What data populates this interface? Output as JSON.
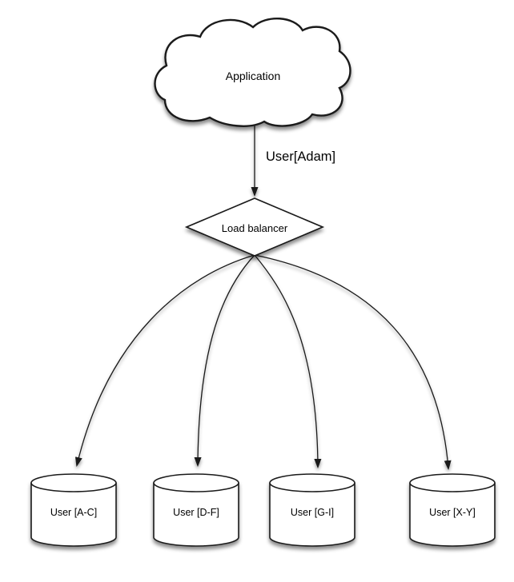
{
  "diagram": {
    "type": "sharding-architecture-diagram",
    "colors": {
      "background": "#ffffff",
      "stroke": "#1a1a1a",
      "shape_fill": "#ffffff",
      "text": "#000000"
    },
    "nodes": {
      "application": {
        "label": "Application",
        "shape": "cloud"
      },
      "load_balancer": {
        "label": "Load balancer",
        "shape": "diamond"
      },
      "shard_ac": {
        "label": "User [A-C]",
        "shape": "cylinder"
      },
      "shard_df": {
        "label": "User [D-F]",
        "shape": "cylinder"
      },
      "shard_gi": {
        "label": "User [G-I]",
        "shape": "cylinder"
      },
      "shard_xy": {
        "label": "User [X-Y]",
        "shape": "cylinder"
      }
    },
    "edges": {
      "app_to_lb": {
        "label": "User[Adam]",
        "from": "application",
        "to": "load_balancer"
      },
      "lb_to_ac": {
        "label": "",
        "from": "load_balancer",
        "to": "shard_ac"
      },
      "lb_to_df": {
        "label": "",
        "from": "load_balancer",
        "to": "shard_df"
      },
      "lb_to_gi": {
        "label": "",
        "from": "load_balancer",
        "to": "shard_gi"
      },
      "lb_to_xy": {
        "label": "",
        "from": "load_balancer",
        "to": "shard_xy"
      }
    }
  }
}
